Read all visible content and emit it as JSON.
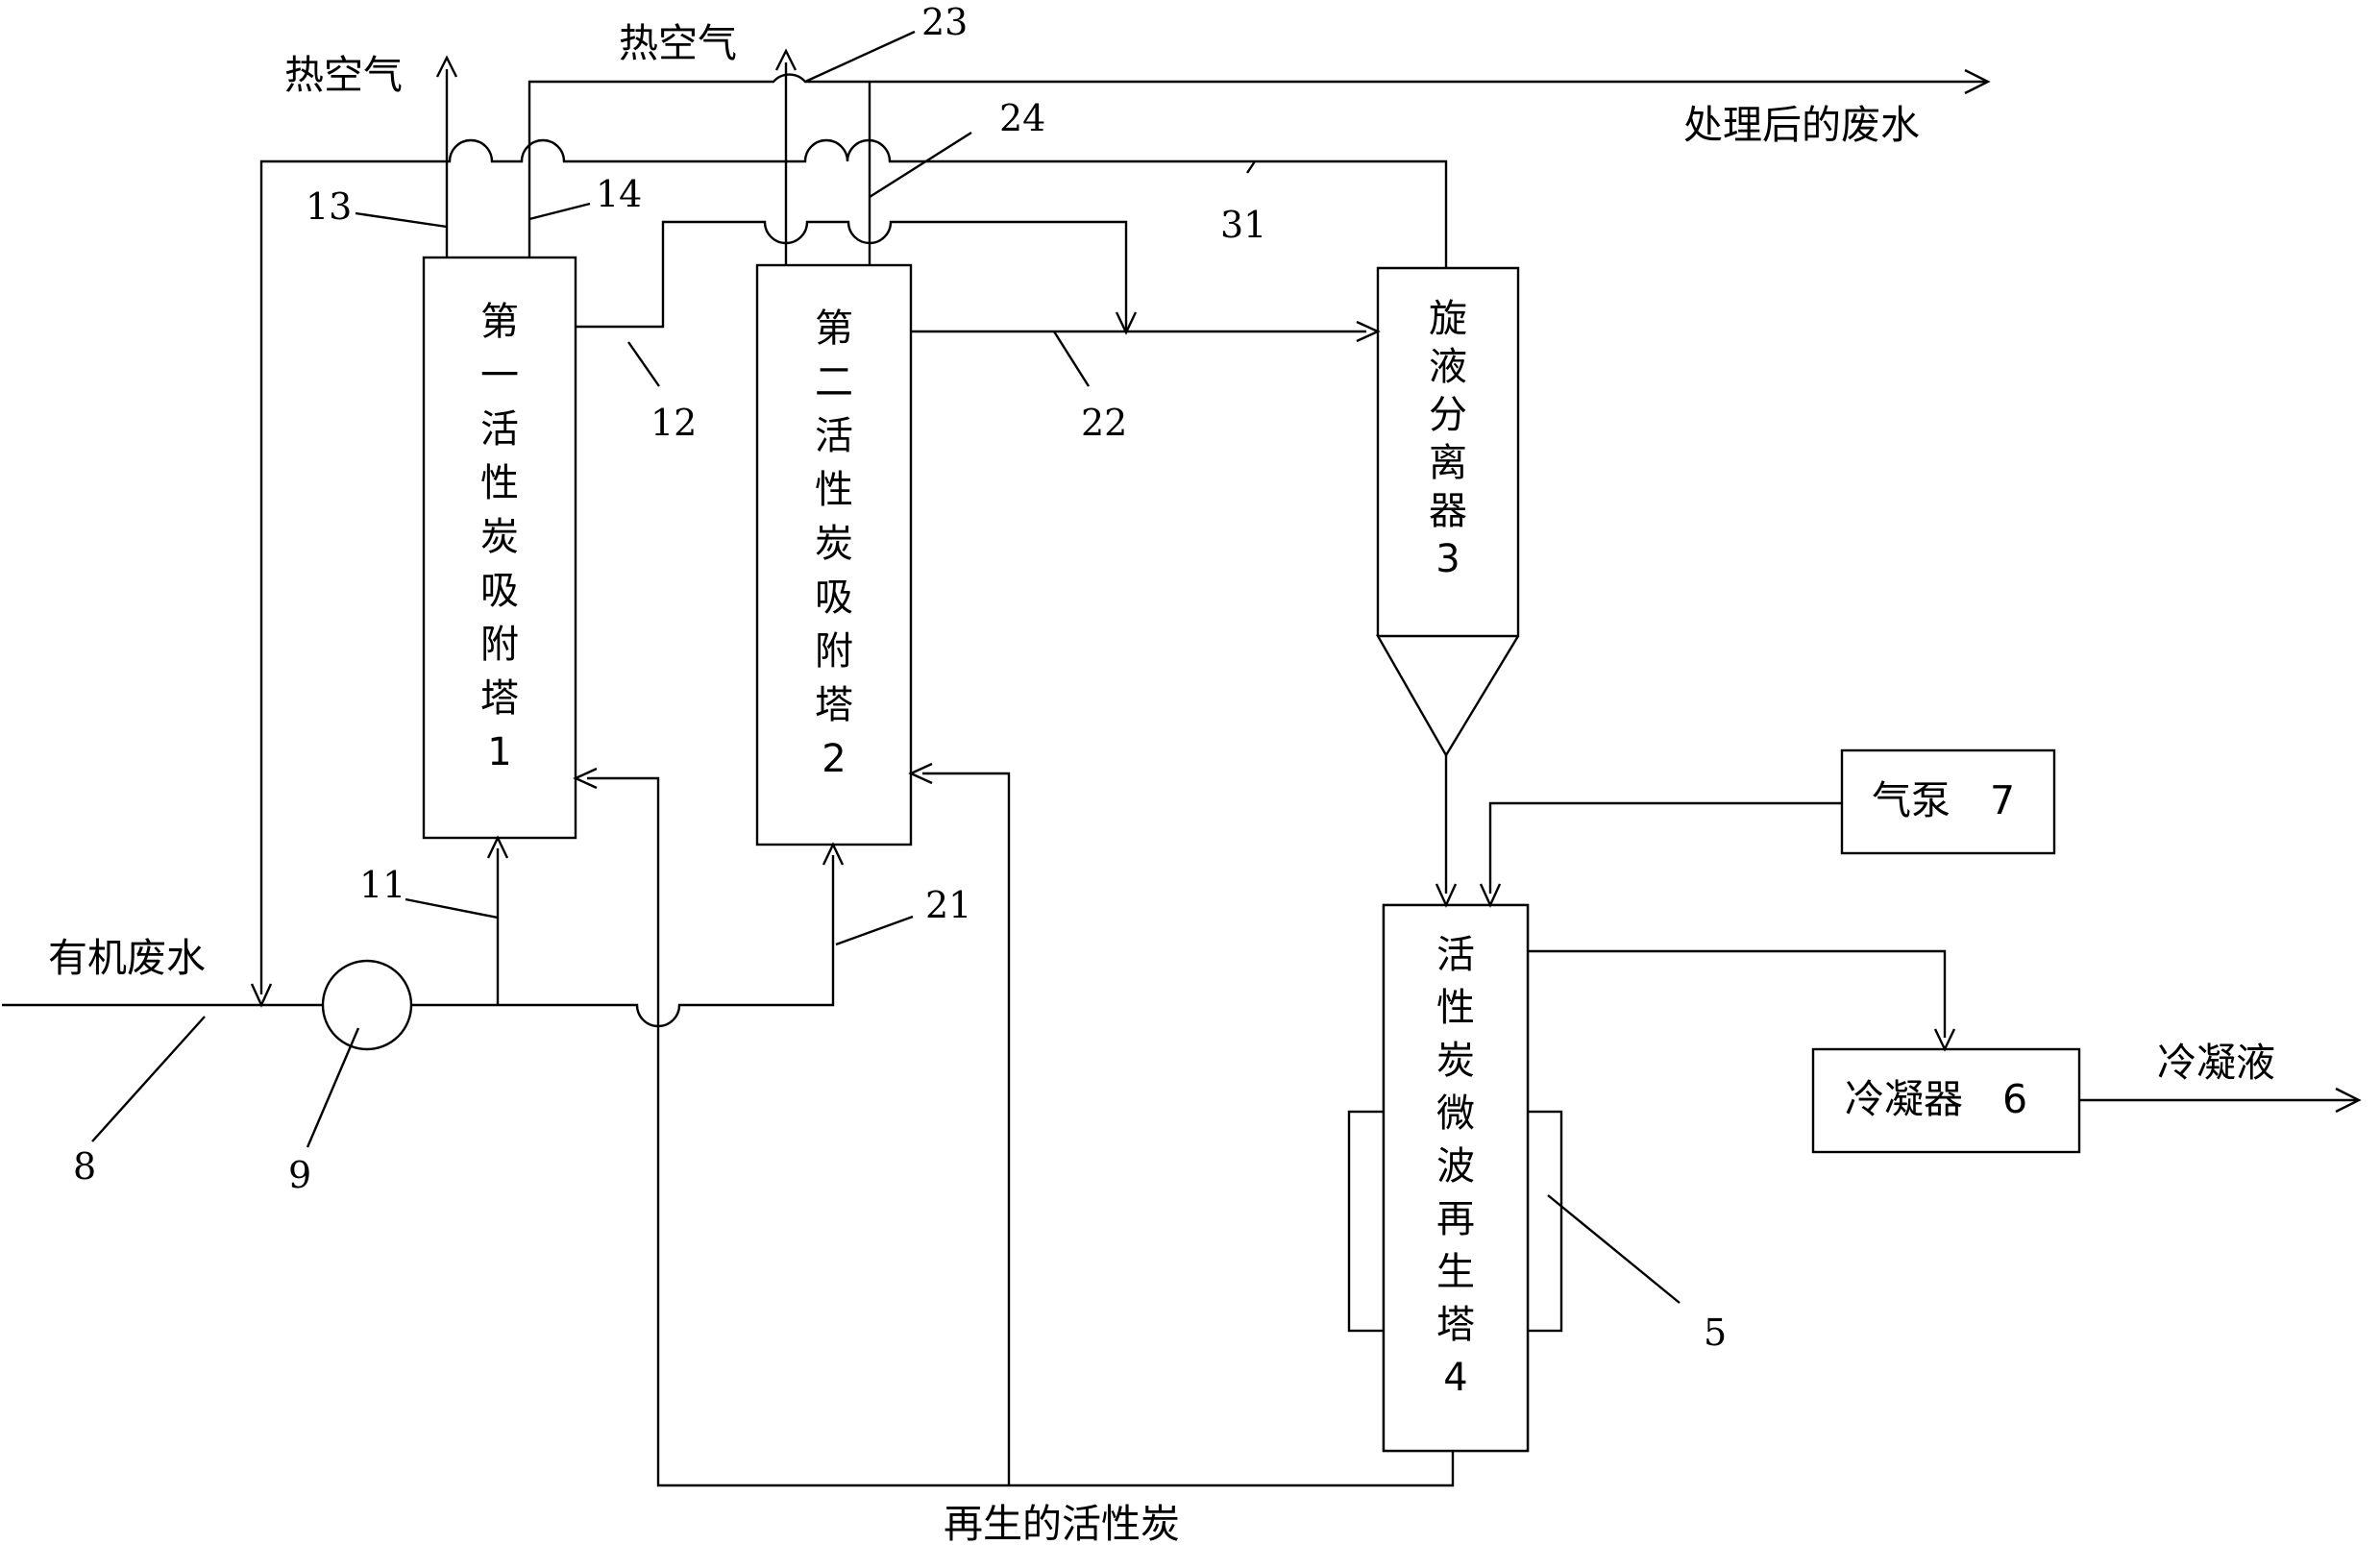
{
  "labels": {
    "hot_air_1": "热空气",
    "hot_air_2": "热空气",
    "treated_wastewater": "处理后的废水",
    "organic_wastewater": "有机废水",
    "condensate": "冷凝液",
    "regenerated_carbon": "再生的活性炭"
  },
  "boxes": {
    "tower1": [
      "第",
      "一",
      "活",
      "性",
      "炭",
      "吸",
      "附",
      "塔",
      "1"
    ],
    "tower2": [
      "第",
      "二",
      "活",
      "性",
      "炭",
      "吸",
      "附",
      "塔",
      "2"
    ],
    "separator": [
      "旋",
      "液",
      "分",
      "离",
      "器",
      "3"
    ],
    "regen_tower": [
      "活",
      "性",
      "炭",
      "微",
      "波",
      "再",
      "生",
      "塔",
      "4"
    ],
    "air_pump": "气泵　7",
    "condenser": "冷凝器　6"
  },
  "refs": {
    "r5": "5",
    "r8": "8",
    "r9": "9",
    "r11": "11",
    "r12": "12",
    "r13": "13",
    "r14": "14",
    "r21": "21",
    "r22": "22",
    "r23": "23",
    "r24": "24",
    "r31": "31"
  }
}
